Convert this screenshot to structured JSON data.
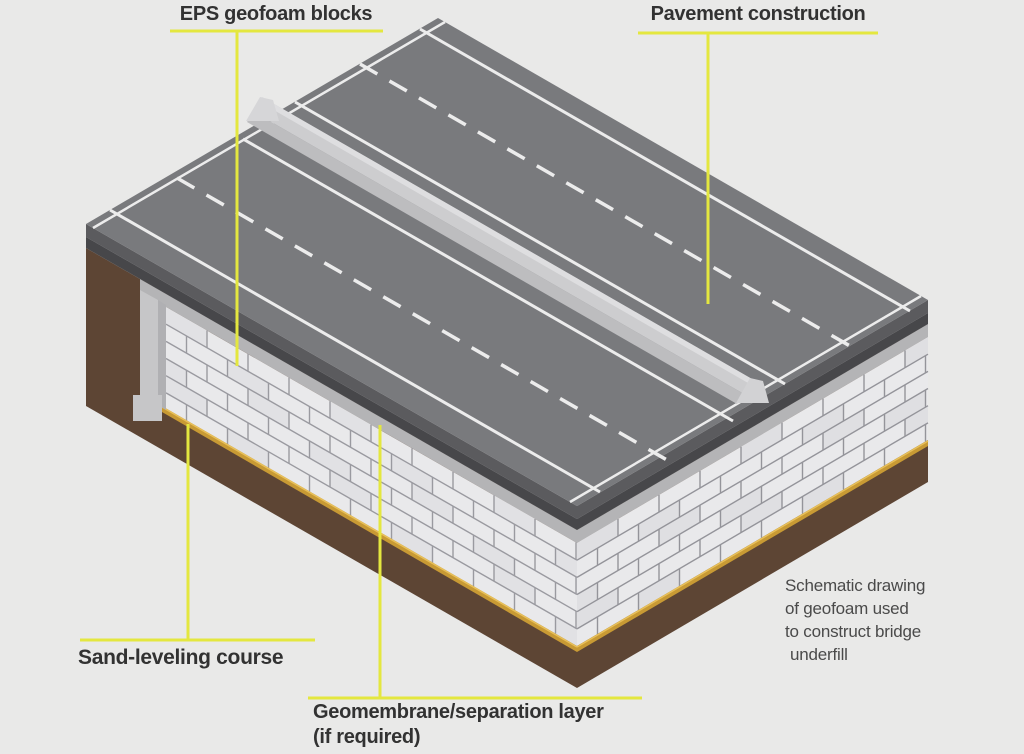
{
  "labels": {
    "eps_geofoam_blocks": "EPS geofoam blocks",
    "pavement_construction": "Pavement construction",
    "sand_leveling_course": "Sand-leveling course",
    "geomembrane_line1": "Geomembrane/separation layer",
    "geomembrane_line2": "(if required)"
  },
  "caption": {
    "lines": [
      "Schematic drawing",
      "of geofoam used",
      "to construct bridge",
      "underfill"
    ]
  },
  "colors": {
    "background": "#e9e9e8",
    "leader_yellow": "#e4e73f",
    "road_surface": "#797a7d",
    "road_edge_dark": "#47474a",
    "lane_marking": "#ececec",
    "geofoam_block": "#e9e9eb",
    "block_joint": "#9a9aa0",
    "separation_band": "#b4b4b6",
    "sand_course": "#c89a34",
    "soil": "#5d4534",
    "abutment_wall": "#c6c6c8",
    "barrier": "#c8c8ca",
    "label_text": "#323232",
    "caption_text": "#4a4a4a"
  }
}
